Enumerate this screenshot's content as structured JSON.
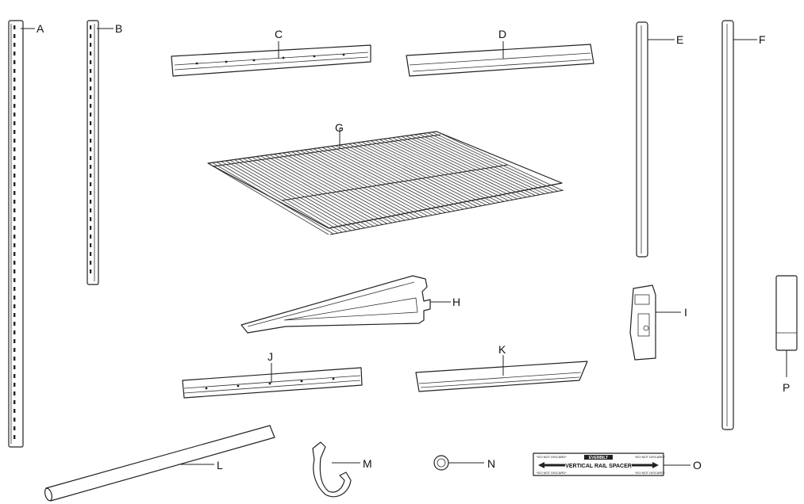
{
  "parts": [
    {
      "id": "A",
      "label": "A"
    },
    {
      "id": "B",
      "label": "B"
    },
    {
      "id": "C",
      "label": "C"
    },
    {
      "id": "D",
      "label": "D"
    },
    {
      "id": "E",
      "label": "E"
    },
    {
      "id": "F",
      "label": "F"
    },
    {
      "id": "G",
      "label": "G"
    },
    {
      "id": "H",
      "label": "H"
    },
    {
      "id": "I",
      "label": "I"
    },
    {
      "id": "J",
      "label": "J"
    },
    {
      "id": "K",
      "label": "K"
    },
    {
      "id": "L",
      "label": "L"
    },
    {
      "id": "M",
      "label": "M"
    },
    {
      "id": "N",
      "label": "N"
    },
    {
      "id": "O",
      "label": "O"
    },
    {
      "id": "P",
      "label": "P"
    }
  ],
  "spacer": {
    "title": "VERTICAL RAIL SPACER",
    "brand": "EVERBILT",
    "note": "*DO NOT DISCARD*"
  }
}
